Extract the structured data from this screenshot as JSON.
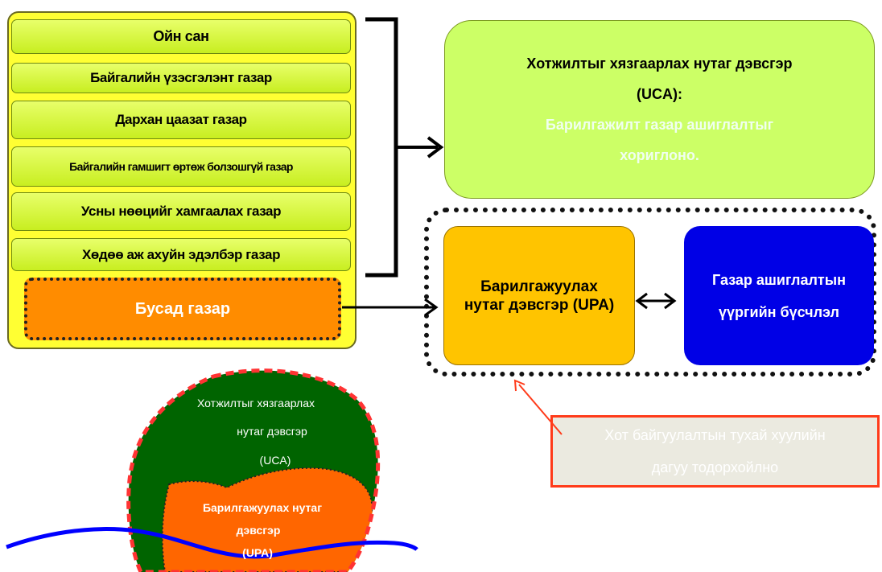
{
  "categories": [
    "Ойн сан",
    "Байгалийн үзэсгэлэнт газар",
    "Дархан цаазат газар",
    "Байгалийн гамшигт өртөж болзошгүй газар",
    "Усны нөөцийг хамгаалах газар",
    "Хөдөө аж ахуйн эдэлбэр газар"
  ],
  "other_land": "Бусад газар",
  "uca_box": {
    "title_line1": "Хотжилтыг хязгаарлах нутаг дэвсгэр",
    "title_line2": "(UCA):",
    "desc_line1": "Барилгажилт газар ашиглалтыг",
    "desc_line2": "хориглоно."
  },
  "upa_box": {
    "line1": "Барилгажуулах",
    "line2": "нутаг дэвсгэр (UPA)"
  },
  "zoning_box": {
    "line1": "Газар ашиглалтын",
    "line2": "үүргийн бүсчлэл"
  },
  "law_box": {
    "line1": "Хот байгуулалтын тухай хуулийн",
    "line2": "дагуу тодорхойлно"
  },
  "map": {
    "uca_line1": "Хотжилтыг хязгаарлах",
    "uca_line2": "нутаг дэвсгэр",
    "uca_line3": "(UCA)",
    "upa_line1": "Барилгажуулах нутаг",
    "upa_line2": "дэвсгэр",
    "upa_line3": "(UPA)"
  },
  "colors": {
    "panel_yellow": "#ffff33",
    "category_green": "#d4f53a",
    "uca_green": "#ccff66",
    "upa_orange": "#ffc400",
    "zoning_blue": "#0000e6",
    "map_dark_green": "#006400",
    "map_orange": "#ff6600",
    "river_blue": "#0000ff",
    "border_red": "#ff3333"
  }
}
